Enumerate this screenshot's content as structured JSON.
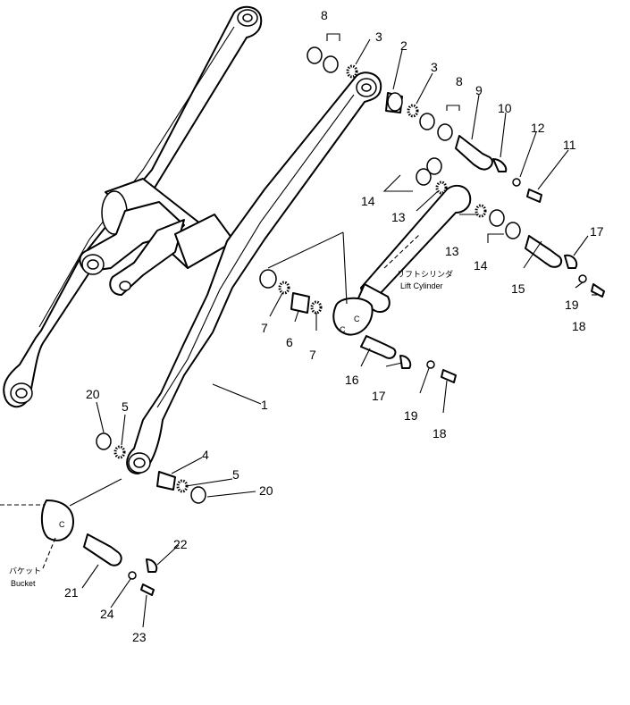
{
  "labels": {
    "lift_cylinder_jp": "リフトシリンダ",
    "lift_cylinder_en": "Lift Cylinder",
    "bucket_jp": "バケット",
    "bucket_en": "Bucket"
  },
  "callouts": {
    "c1": "1",
    "c2": "2",
    "c3a": "3",
    "c3b": "3",
    "c4": "4",
    "c5a": "5",
    "c5b": "5",
    "c6": "6",
    "c7a": "7",
    "c7b": "7",
    "c8a": "8",
    "c8b": "8",
    "c9": "9",
    "c10": "10",
    "c11": "11",
    "c12": "12",
    "c13a": "13",
    "c13b": "13",
    "c14a": "14",
    "c14b": "14",
    "c15": "15",
    "c16": "16",
    "c17a": "17",
    "c17b": "17",
    "c18a": "18",
    "c18b": "18",
    "c19a": "19",
    "c19b": "19",
    "c20a": "20",
    "c20b": "20",
    "c21": "21",
    "c22": "22",
    "c23": "23",
    "c24": "24"
  }
}
